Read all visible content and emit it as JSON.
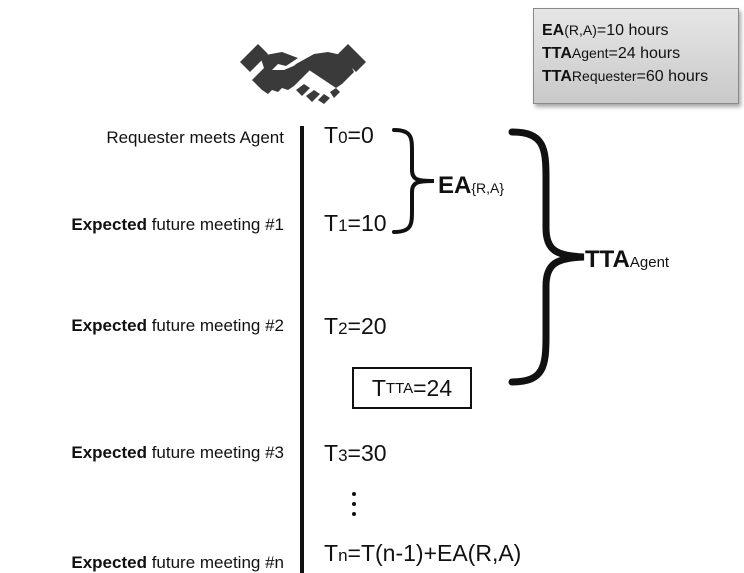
{
  "legend": {
    "line1": {
      "key": "EA",
      "sub": "(R,A)",
      "value": "=10 hours"
    },
    "line2": {
      "key": "TTA",
      "sub": "Agent",
      "value": "=24 hours"
    },
    "line3": {
      "key": "TTA",
      "sub": "Requester",
      "value": "=60 hours"
    }
  },
  "icon": "handshake-icon",
  "events": {
    "e0": {
      "plain": "Requester meets Agent"
    },
    "e1": {
      "bold": "Expected",
      "rest": " future meeting #1"
    },
    "e2": {
      "bold": "Expected",
      "rest": " future meeting #2"
    },
    "e3": {
      "bold": "Expected",
      "rest": " future meeting #3"
    },
    "en": {
      "bold": "Expected",
      "rest": " future meeting #n"
    }
  },
  "times": {
    "t0": {
      "base": "T",
      "sub": "0",
      "rest": "=0"
    },
    "t1": {
      "base": "T",
      "sub": "1",
      "rest": "=10"
    },
    "t2": {
      "base": "T",
      "sub": "2",
      "rest": "=20"
    },
    "ttta": {
      "base": "T",
      "sub": "TTA",
      "rest": "=24"
    },
    "t3": {
      "base": "T",
      "sub": "3",
      "rest": "=30"
    },
    "tn": {
      "base": "T",
      "sub": "n",
      "rest": "=T(n-1)+EA(R,A)"
    }
  },
  "braces": {
    "ea": {
      "bold": "EA",
      "sub": "{R,A}"
    },
    "tta": {
      "bold": "TTA",
      "sub": "Agent"
    }
  }
}
